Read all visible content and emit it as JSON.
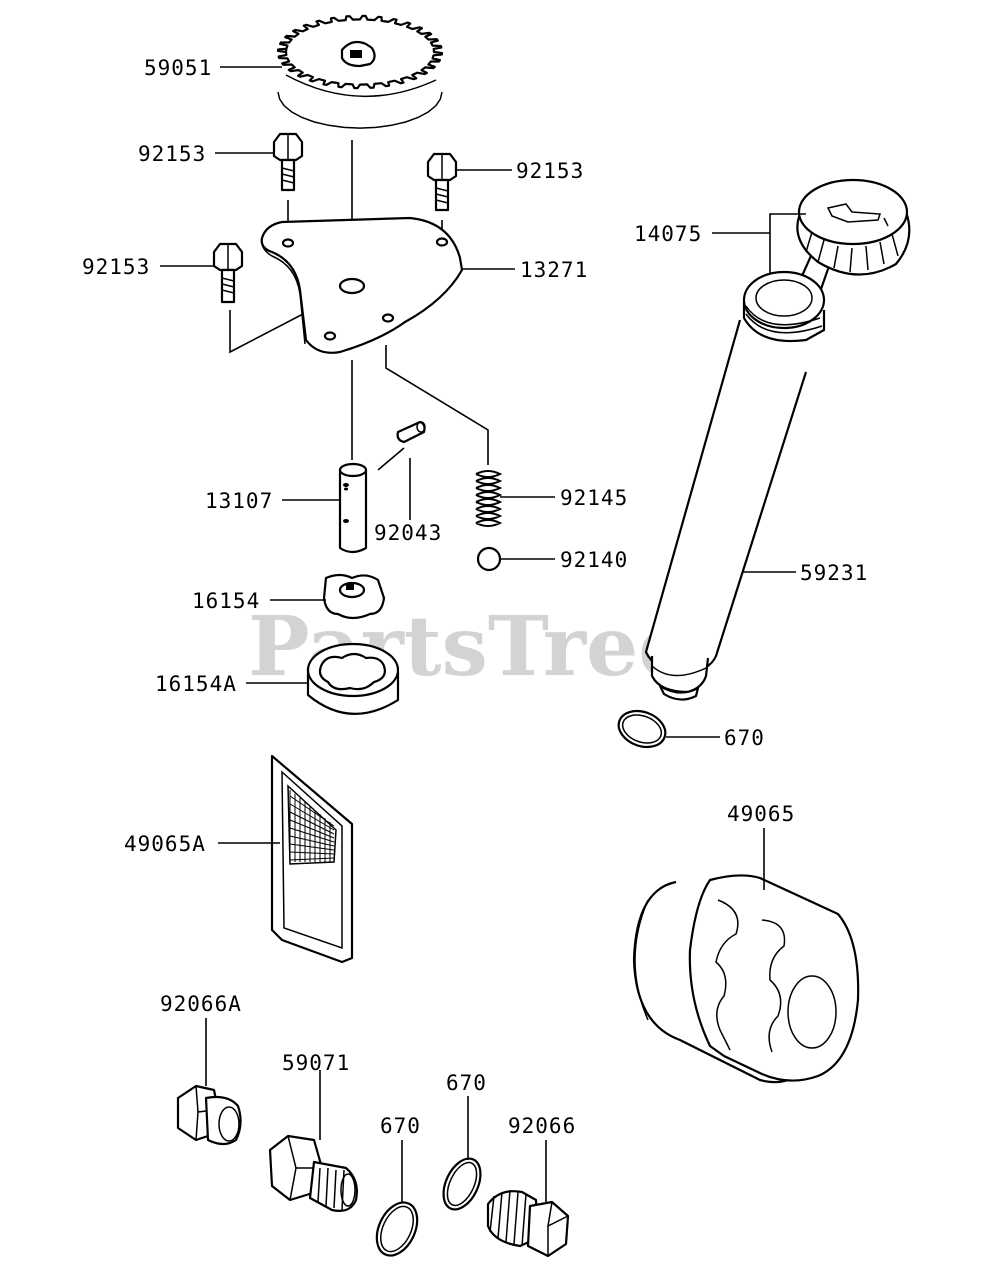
{
  "watermark": {
    "text": "PartsTree",
    "trademark": "™"
  },
  "callouts": {
    "gear": "59051",
    "bolt_a": "92153",
    "bolt_b": "92153",
    "bolt_c": "92153",
    "plate": "13271",
    "dipstick_cap": "14075",
    "shaft": "13107",
    "pin": "92043",
    "spring": "92145",
    "ball": "92140",
    "filler_tube": "59231",
    "inner_rotor": "16154",
    "outer_rotor": "16154A",
    "oring_tube": "670",
    "screen": "49065A",
    "oil_filter": "49065",
    "plug_a": "92066A",
    "fitting": "59071",
    "oring_a": "670",
    "oring_b": "670",
    "plug_b": "92066"
  }
}
